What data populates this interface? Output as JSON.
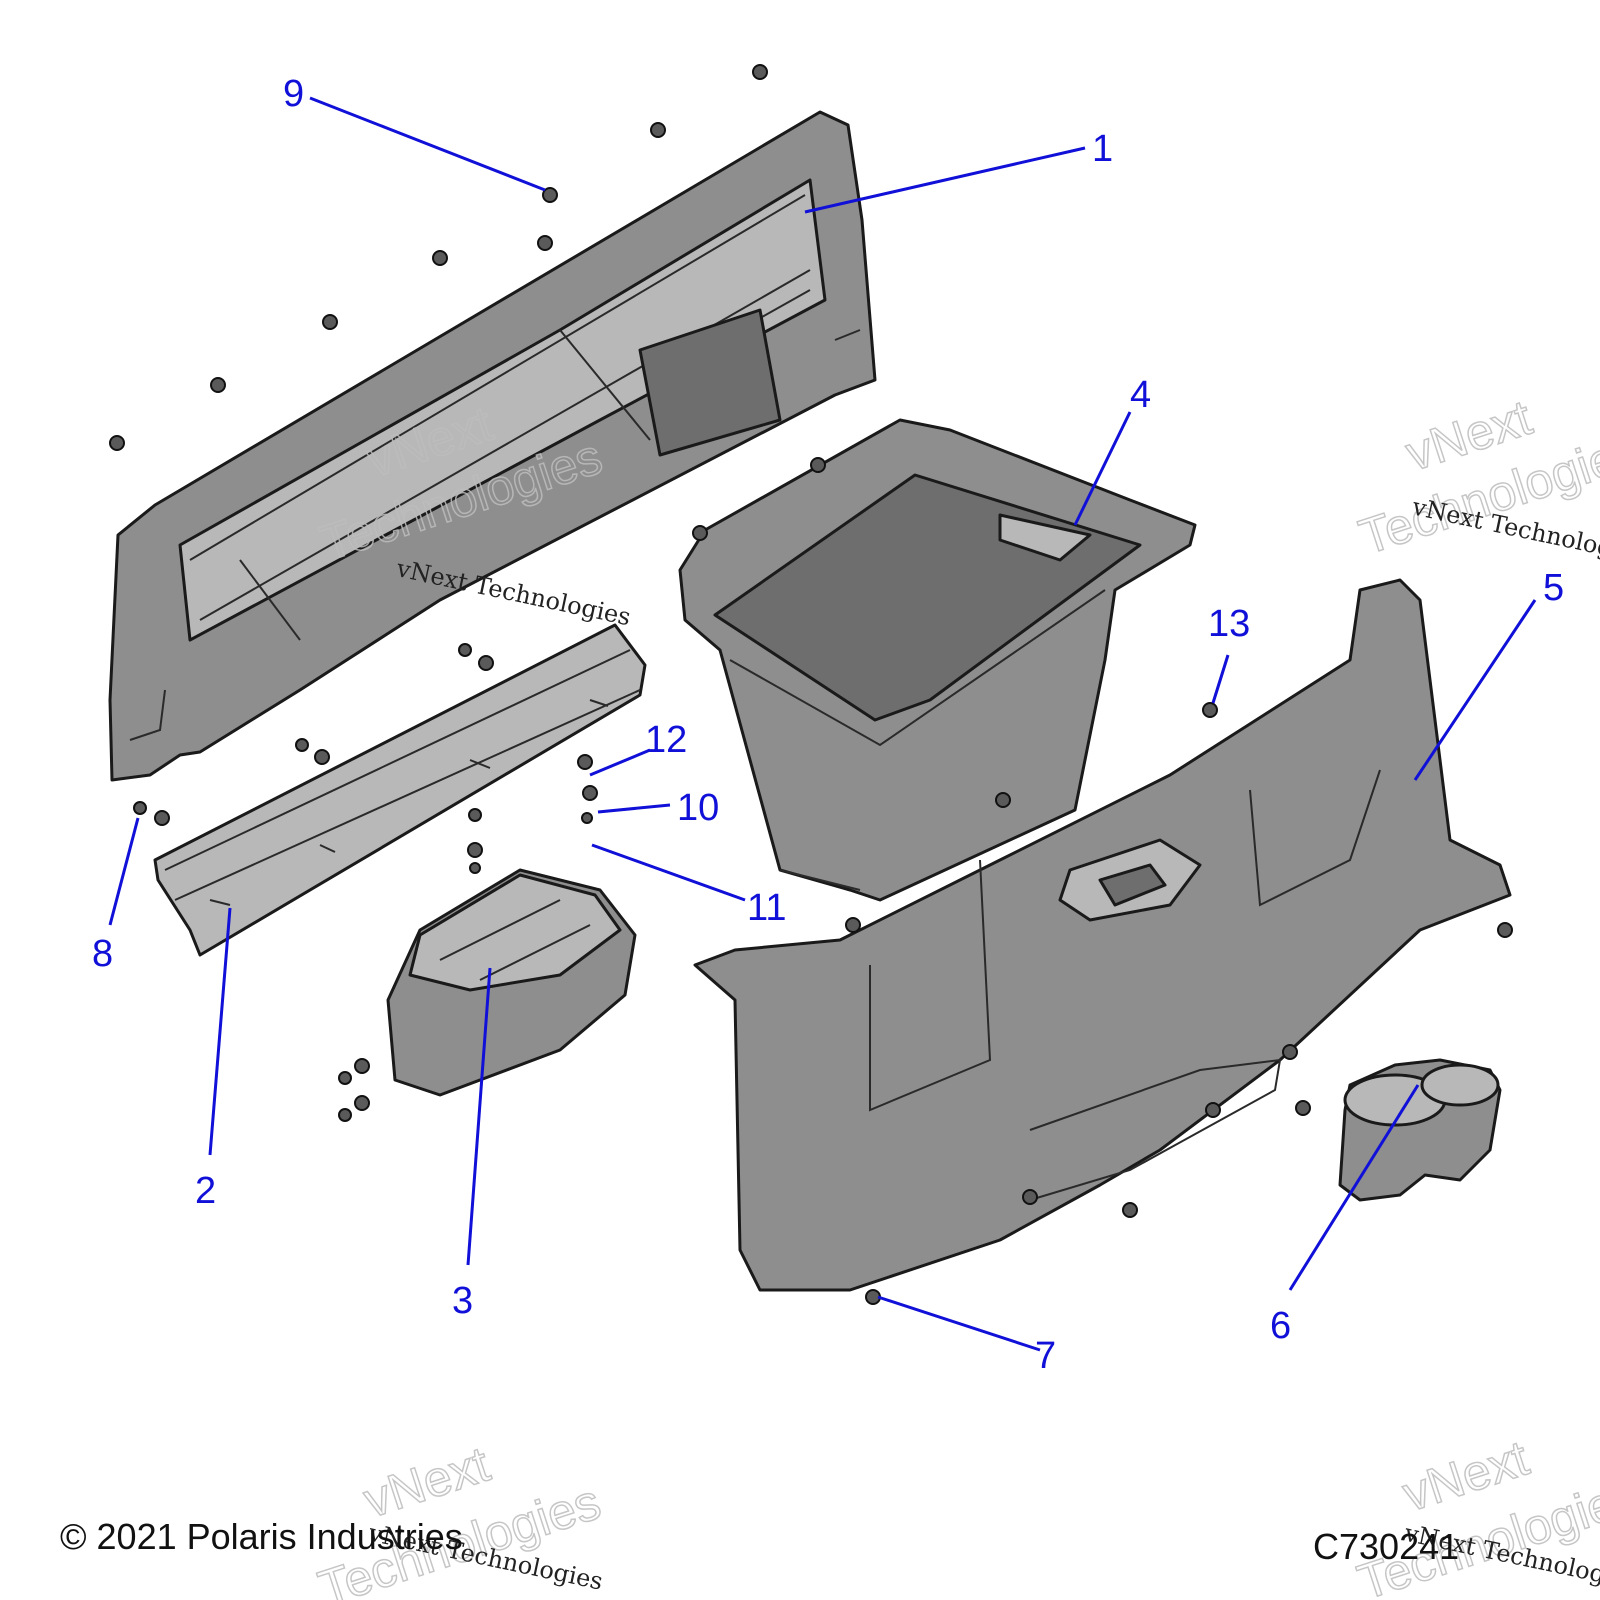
{
  "callouts": [
    {
      "label": "1"
    },
    {
      "label": "2"
    },
    {
      "label": "3"
    },
    {
      "label": "4"
    },
    {
      "label": "5"
    },
    {
      "label": "6"
    },
    {
      "label": "7"
    },
    {
      "label": "8"
    },
    {
      "label": "9"
    },
    {
      "label": "10"
    },
    {
      "label": "11"
    },
    {
      "label": "12"
    },
    {
      "label": "13"
    }
  ],
  "watermark": {
    "line1": "vNext",
    "line2": "Technologies",
    "caption": "vNext Technologies"
  },
  "footer": {
    "copyright": "© 2021 Polaris Industries",
    "drawing_number": "C730241"
  },
  "colors": {
    "callout": "#1010d8",
    "part_fill": "#8e8e8e",
    "outline": "#1a1a1a"
  }
}
